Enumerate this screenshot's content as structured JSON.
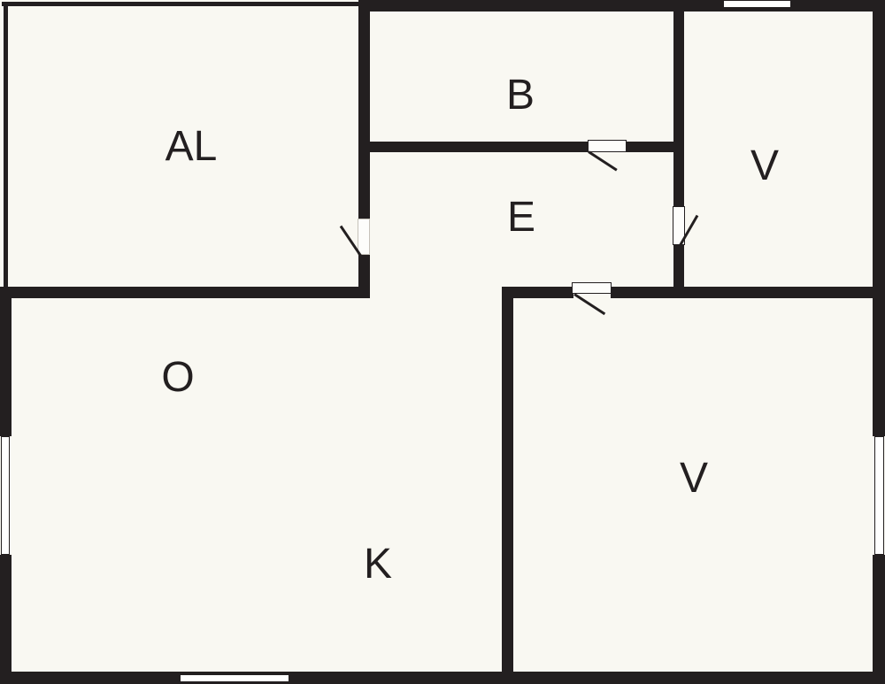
{
  "colors": {
    "background": "#f9f8f2",
    "wall": "#231f20",
    "text": "#231f20"
  },
  "rooms": {
    "al": {
      "label": "AL"
    },
    "b": {
      "label": "B"
    },
    "e": {
      "label": "E"
    },
    "v_top": {
      "label": "V"
    },
    "o": {
      "label": "O"
    },
    "k": {
      "label": "K"
    },
    "v_bottom": {
      "label": "V"
    }
  }
}
